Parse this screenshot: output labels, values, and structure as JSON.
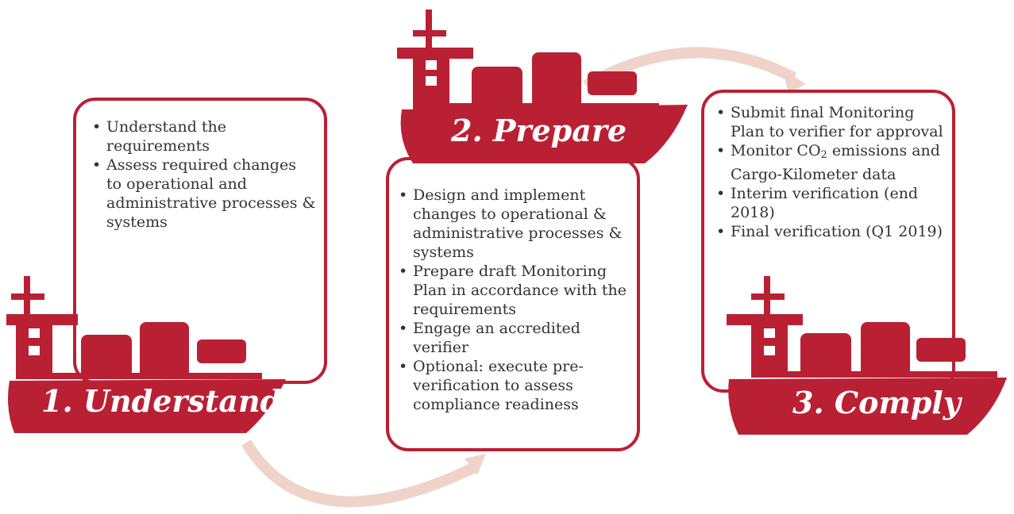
{
  "colors": {
    "accent": "#BA2034",
    "arrow": "#F0D3C8",
    "text": "#333333"
  },
  "steps": [
    {
      "label": "1. Understand",
      "bullets": [
        "Understand the requirements",
        "Assess required changes to operational and administrative processes & systems"
      ]
    },
    {
      "label": "2. Prepare",
      "bullets": [
        "Design and implement changes to operational & administrative processes & systems",
        "Prepare draft Monitoring Plan in accordance with the requirements",
        "Engage an accredited verifier",
        "Optional: execute pre-verification to assess compliance readiness"
      ]
    },
    {
      "label": "3. Comply",
      "bullets": [
        "Submit final Monitoring Plan to verifier for approval",
        {
          "pre": "Monitor CO",
          "sub": "2",
          "post": " emissions and Cargo-Kilometer data"
        },
        "Interim verification (end 2018)",
        "Final verification (Q1 2019)"
      ]
    }
  ]
}
